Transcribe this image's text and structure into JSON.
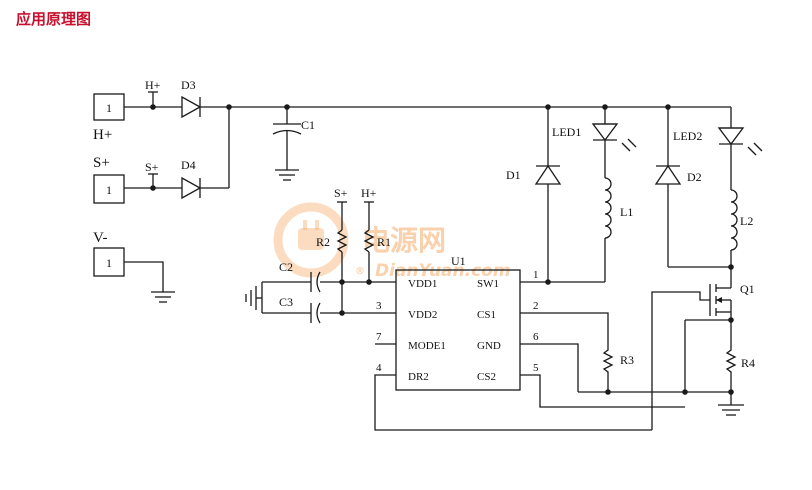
{
  "title": "应用原理图",
  "connectors": [
    {
      "id": "h",
      "pin": "1",
      "label": "H+"
    },
    {
      "id": "s",
      "pin": "1",
      "label": "S+"
    },
    {
      "id": "v",
      "pin": "1",
      "label": "V-"
    }
  ],
  "nets": {
    "h_plus": "H+",
    "s_plus": "S+"
  },
  "components": {
    "d3": "D3",
    "d4": "D4",
    "c1": "C1",
    "c2": "C2",
    "c3": "C3",
    "r1": "R1",
    "r2": "R2",
    "r3": "R3",
    "r4": "R4",
    "d1": "D1",
    "d2": "D2",
    "led1": "LED1",
    "led2": "LED2",
    "l1": "L1",
    "l2": "L2",
    "q1": "Q1",
    "u1": "U1"
  },
  "ic_pins": {
    "left": [
      {
        "num": "",
        "name": "VDD1"
      },
      {
        "num": "3",
        "name": "VDD2"
      },
      {
        "num": "7",
        "name": "MODE1"
      },
      {
        "num": "4",
        "name": "DR2"
      }
    ],
    "right": [
      {
        "num": "1",
        "name": "SW1"
      },
      {
        "num": "2",
        "name": "CS1"
      },
      {
        "num": "6",
        "name": "GND"
      },
      {
        "num": "5",
        "name": "CS2"
      }
    ]
  },
  "watermark": {
    "cn": "电源网",
    "en": "DianYuan.com",
    "reg": "®"
  },
  "colors": {
    "title": "#c8102e",
    "watermark": "#f39a4c",
    "line": "#1a1a1a"
  }
}
